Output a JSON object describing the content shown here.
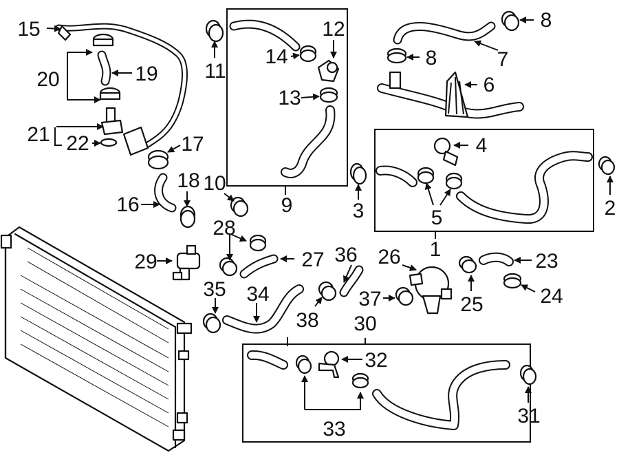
{
  "callouts": [
    "1",
    "2",
    "3",
    "4",
    "5",
    "6",
    "7",
    "8",
    "8",
    "9",
    "10",
    "11",
    "12",
    "13",
    "14",
    "15",
    "16",
    "17",
    "18",
    "19",
    "20",
    "21",
    "22",
    "23",
    "24",
    "25",
    "26",
    "27",
    "28",
    "29",
    "30",
    "31",
    "32",
    "33",
    "34",
    "35",
    "36",
    "37",
    "38"
  ]
}
